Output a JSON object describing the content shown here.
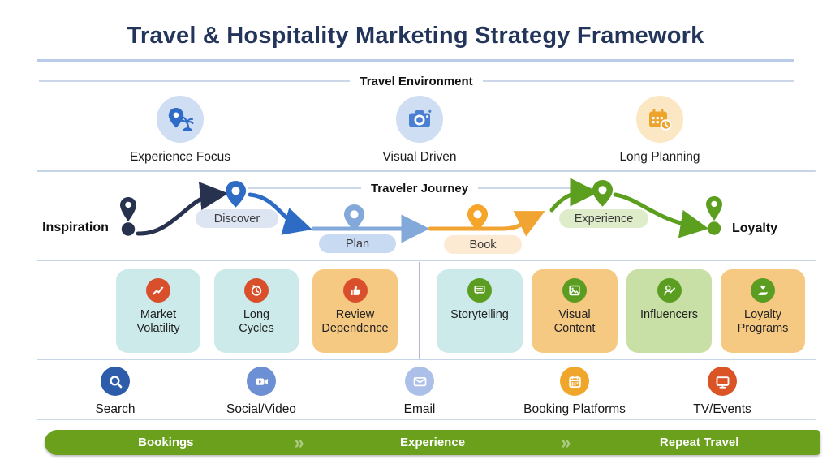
{
  "title": "Travel & Hospitality Marketing Strategy Framework",
  "environment": {
    "header": "Travel Environment",
    "items": [
      {
        "label": "Experience Focus",
        "icon": "pin-palm-icon",
        "circle_bg": "#cfdef3",
        "icon_color": "#2e6cc8"
      },
      {
        "label": "Visual Driven",
        "icon": "camera-icon",
        "circle_bg": "#cfdef3",
        "icon_color": "#4a7fd2"
      },
      {
        "label": "Long Planning",
        "icon": "calendar-clock-icon",
        "circle_bg": "#fbe7c4",
        "icon_color": "#eda42d"
      }
    ]
  },
  "journey": {
    "header": "Traveler Journey",
    "start_label": "Inspiration",
    "end_label": "Loyalty",
    "start_color": "#27324e",
    "end_color": "#5c9e1e",
    "stops": [
      {
        "label": "Discover",
        "pin_color": "#2d6bc4",
        "pill_bg": "#dde4f2"
      },
      {
        "label": "Plan",
        "pin_color": "#83a9da",
        "pill_bg": "#c8d9f2"
      },
      {
        "label": "Book",
        "pin_color": "#f5a62a",
        "pill_bg": "#fcead2"
      },
      {
        "label": "Experience",
        "pin_color": "#5c9e1e",
        "pill_bg": "#dfecca"
      }
    ]
  },
  "challenges": {
    "items": [
      {
        "label": "Market\nVolatility",
        "icon": "growth-chart-icon",
        "card_bg": "#cdeaea",
        "icon_bg": "#d94f2b"
      },
      {
        "label": "Long\nCycles",
        "icon": "clock-cycle-icon",
        "card_bg": "#cdeaea",
        "icon_bg": "#d94f2b"
      },
      {
        "label": "Review\nDependence",
        "icon": "thumbs-up-icon",
        "card_bg": "#f6c983",
        "icon_bg": "#d94f2b"
      }
    ]
  },
  "strategies": {
    "items": [
      {
        "label": "Storytelling",
        "icon": "storytelling-icon",
        "card_bg": "#cdeaea",
        "icon_bg": "#5b9d21"
      },
      {
        "label": "Visual\nContent",
        "icon": "image-icon",
        "card_bg": "#f6c983",
        "icon_bg": "#5b9d21"
      },
      {
        "label": "Influencers",
        "icon": "person-edit-icon",
        "card_bg": "#c8dfa6",
        "icon_bg": "#5b9d21"
      },
      {
        "label": "Loyalty\nPrograms",
        "icon": "hand-heart-icon",
        "card_bg": "#f6c983",
        "icon_bg": "#5b9d21"
      }
    ]
  },
  "channels": {
    "items": [
      {
        "label": "Search",
        "icon": "search-icon",
        "circle_bg": "#2d5cab"
      },
      {
        "label": "Social/Video",
        "icon": "video-icon",
        "circle_bg": "#6d8fd3"
      },
      {
        "label": "Email",
        "icon": "envelope-icon",
        "circle_bg": "#abbfe8"
      },
      {
        "label": "Booking Platforms",
        "icon": "calendar-icon",
        "circle_bg": "#f0a62b"
      },
      {
        "label": "TV/Events",
        "icon": "tv-icon",
        "circle_bg": "#da5426"
      }
    ]
  },
  "funnel": {
    "bar_color": "#6ba01d",
    "separator": "»",
    "stages": [
      "Bookings",
      "Experience",
      "Repeat Travel"
    ]
  }
}
